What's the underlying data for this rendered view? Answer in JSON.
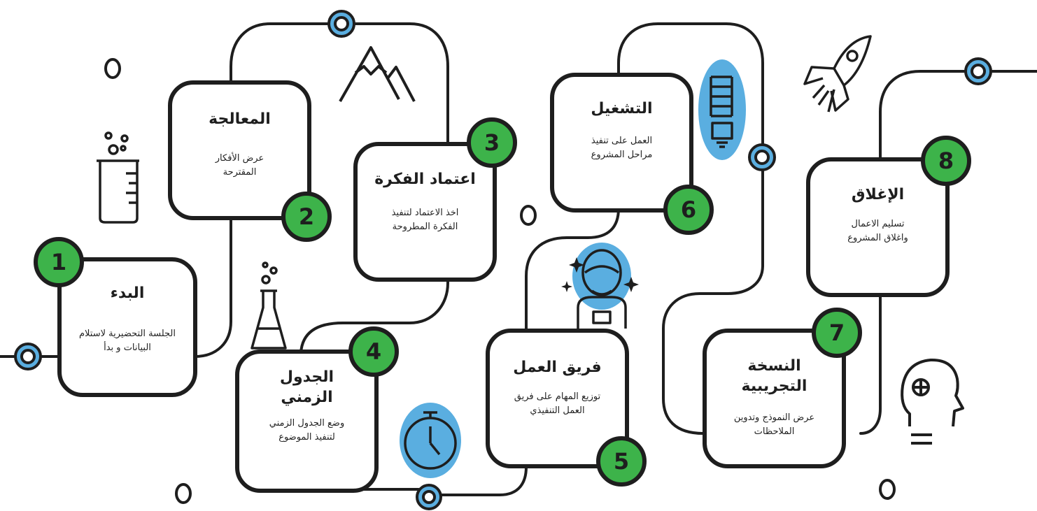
{
  "colors": {
    "accent_green": "#3db34a",
    "accent_blue": "#5aaee0",
    "outline": "#1e1e1e",
    "background": "#ffffff"
  },
  "steps": [
    {
      "number": "1",
      "title": "البدء",
      "description": "الجلسة التحضيرية لاستلام البيانات و بدأ"
    },
    {
      "number": "2",
      "title": "المعالجة",
      "description": "عرض الأفكار المقترحة"
    },
    {
      "number": "3",
      "title": "اعتماد الفكرة",
      "description": "اخذ الاعتماد لتنفيذ الفكرة المطروحة"
    },
    {
      "number": "4",
      "title": "الجدول الزمني",
      "description": "وضع الجدول الزمني لتنفيذ الموضوع"
    },
    {
      "number": "5",
      "title": "فريق العمل",
      "description": "توزيع المهام على فريق العمل التنفيذي"
    },
    {
      "number": "6",
      "title": "التشغيل",
      "description": "العمل على تنفيذ مراحل المشروع"
    },
    {
      "number": "7",
      "title": "النسخة التجريبية",
      "description": "عرض النموذج وتدوين الملاحظات"
    },
    {
      "number": "8",
      "title": "الإغلاق",
      "description": "تسليم الاعمال واغلاق المشروع"
    }
  ],
  "icons": [
    "beaker-icon",
    "mountain-icon",
    "flask-icon",
    "stopwatch-icon",
    "astronaut-icon",
    "lightbulb-icon",
    "rocket-icon",
    "head-profile-icon"
  ]
}
